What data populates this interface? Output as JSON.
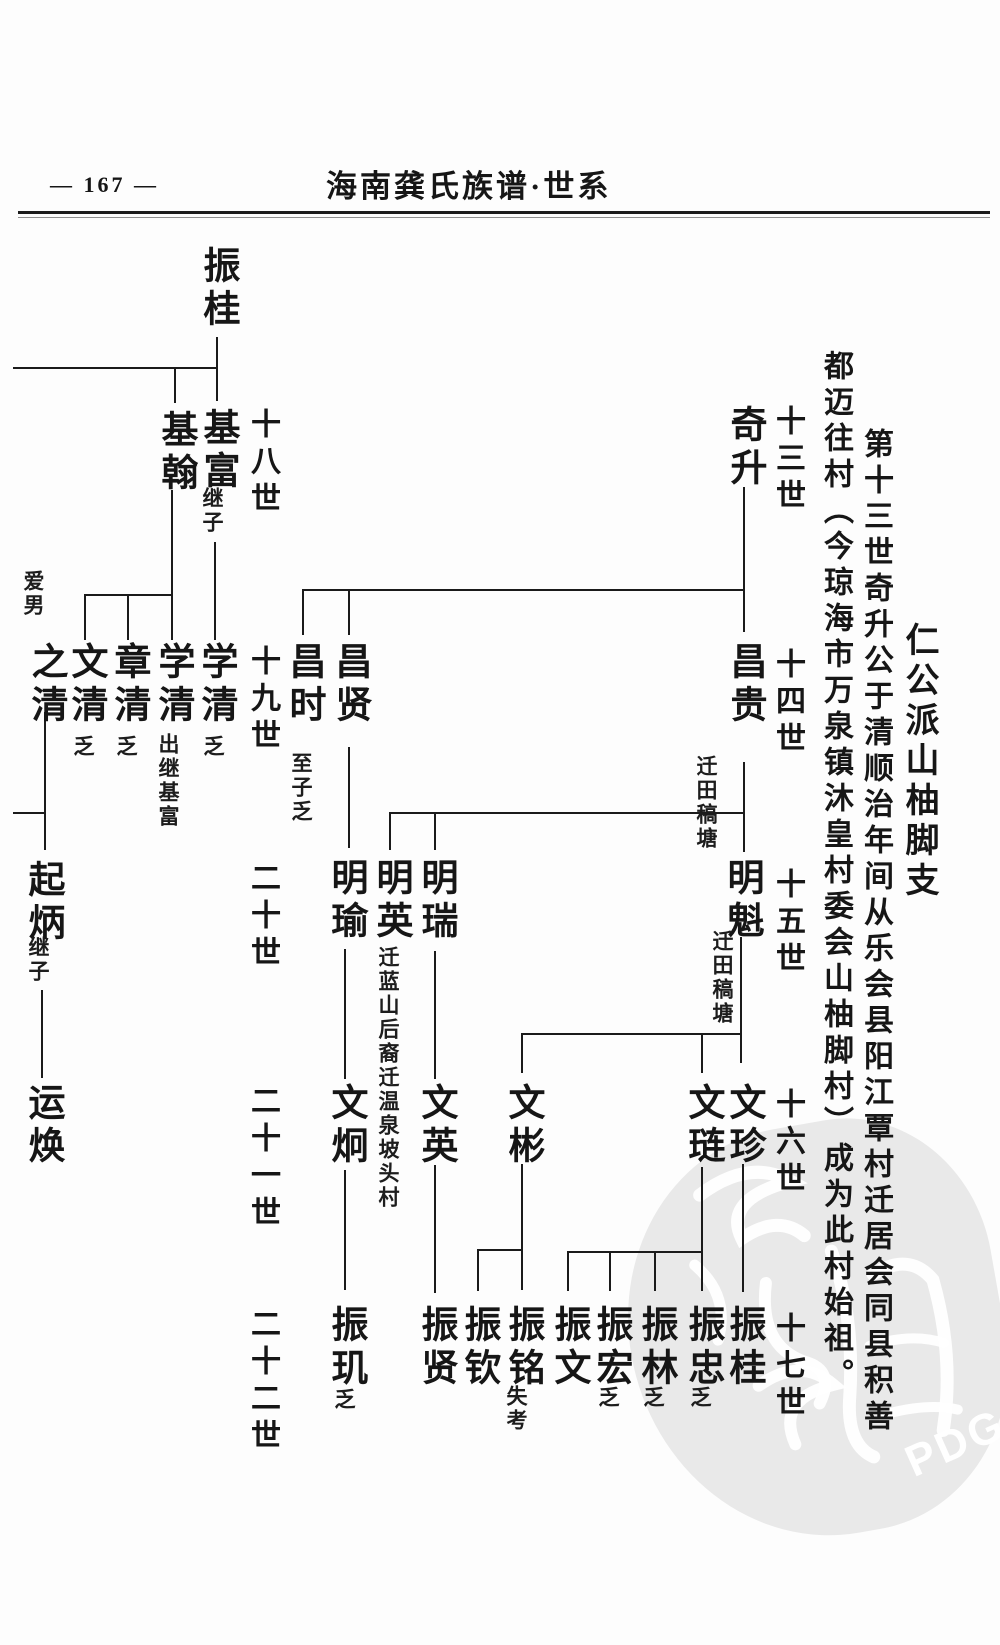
{
  "page": {
    "number": "— 167 —",
    "title": "海南龚氏族谱·世系"
  },
  "branch": {
    "heading": "仁公派山柚脚支",
    "intro_line1": "第十三世奇升公于清顺治年间从乐会县阳江覃村迁居会同县积善",
    "intro_line2": "都迈往村（今琼海市万泉镇沐皇村委会山柚脚村）成为此村始祖。"
  },
  "generations": {
    "left": [
      "十八世",
      "十九世",
      "二十世",
      "二十一世",
      "二十二世"
    ],
    "right": [
      "十三世",
      "十四世",
      "十五世",
      "十六世",
      "十七世"
    ]
  },
  "tree": {
    "nodes": [
      {
        "label": "振桂"
      },
      {
        "label": "基翰"
      },
      {
        "label": "基富",
        "note": "继子"
      },
      {
        "label": "之清",
        "note": "爱男"
      },
      {
        "label": "文清",
        "note": "乏"
      },
      {
        "label": "章清",
        "note": "乏"
      },
      {
        "label": "学清",
        "note": "出继基富"
      },
      {
        "label": "学清",
        "note": "乏"
      },
      {
        "label": "起炳",
        "note": "继子"
      },
      {
        "label": "运焕"
      },
      {
        "label": "昌时",
        "note": "至子乏"
      },
      {
        "label": "昌贤"
      },
      {
        "label": "昌贵",
        "note": "迁田稿塘"
      },
      {
        "label": "奇升"
      },
      {
        "label": "明瑜"
      },
      {
        "label": "明英",
        "note": "迁蓝山后裔迁温泉坡头村"
      },
      {
        "label": "明瑞"
      },
      {
        "label": "明魁",
        "note": "迁田稿塘"
      },
      {
        "label": "文炯"
      },
      {
        "label": "文英"
      },
      {
        "label": "文彬"
      },
      {
        "label": "文琏"
      },
      {
        "label": "文珍"
      },
      {
        "label": "振玑",
        "note": "乏"
      },
      {
        "label": "振贤"
      },
      {
        "label": "振钦"
      },
      {
        "label": "振铭",
        "note": "失考"
      },
      {
        "label": "振文"
      },
      {
        "label": "振宏",
        "note": "乏"
      },
      {
        "label": "振林",
        "note": "乏"
      },
      {
        "label": "振忠",
        "note": "乏"
      },
      {
        "label": "振桂"
      }
    ]
  },
  "watermark": {
    "text": "PDG"
  }
}
